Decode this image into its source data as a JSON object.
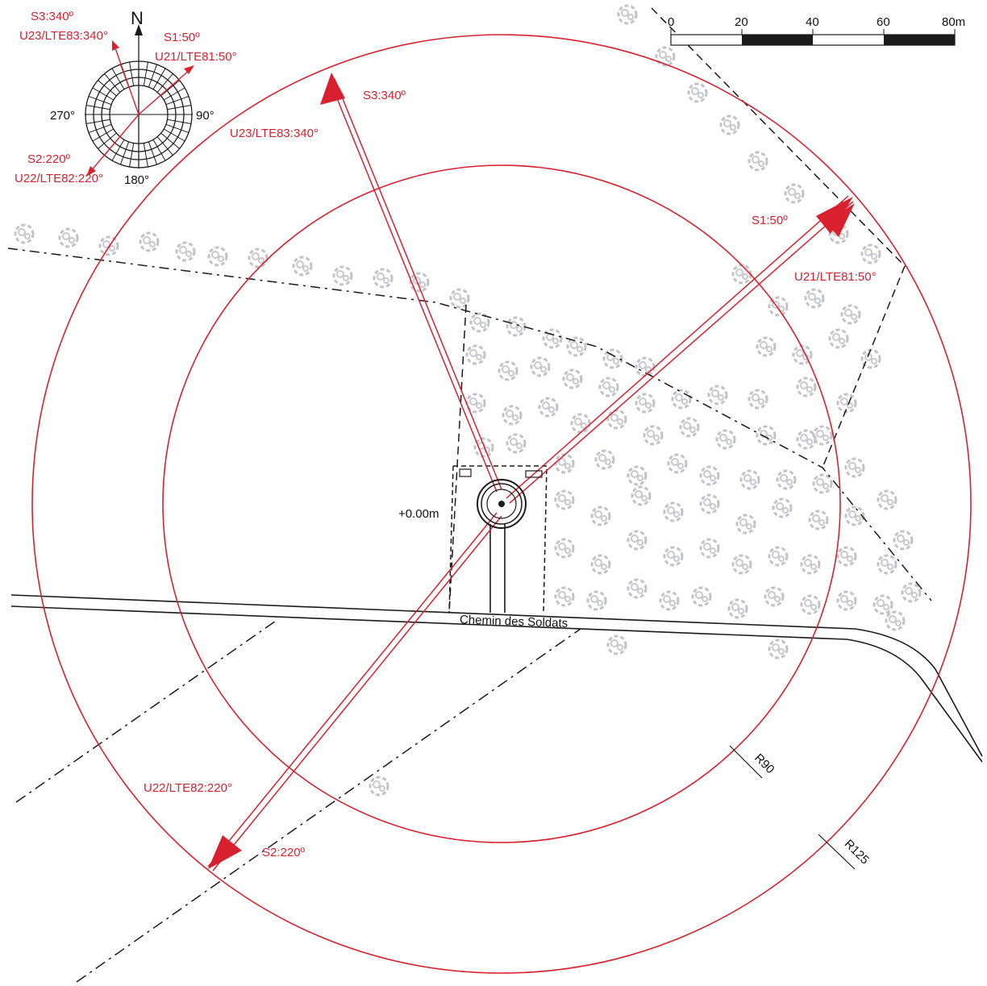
{
  "colors": {
    "antenna": "#d8202f",
    "line": "#1a1a1a",
    "vegetation": "#b9b9c2",
    "background": "#ffffff"
  },
  "compass": {
    "north": "N",
    "east": "90°",
    "south": "180°",
    "west": "270°",
    "sectors": [
      {
        "label1": "S3:340º",
        "label2": "U23/LTE83:340°"
      },
      {
        "label1": "S1:50º",
        "label2": "U21/LTE81:50°"
      },
      {
        "label1": "S2:220º",
        "label2": "U22/LTE82:220°"
      }
    ]
  },
  "scale_bar": {
    "ticks": [
      "0",
      "20",
      "40",
      "60",
      "80m"
    ]
  },
  "site": {
    "elevation": "+0.00m"
  },
  "road": {
    "name": "Chemin des Soldats"
  },
  "radii": {
    "inner": "R90",
    "outer": "R125"
  },
  "azimuths": [
    {
      "sector": "S3:340º",
      "cell": "U23/LTE83:340°"
    },
    {
      "sector": "S1:50º",
      "cell": "U21/LTE81:50°"
    },
    {
      "sector": "S2:220º",
      "cell": "U22/LTE82:220°"
    }
  ]
}
